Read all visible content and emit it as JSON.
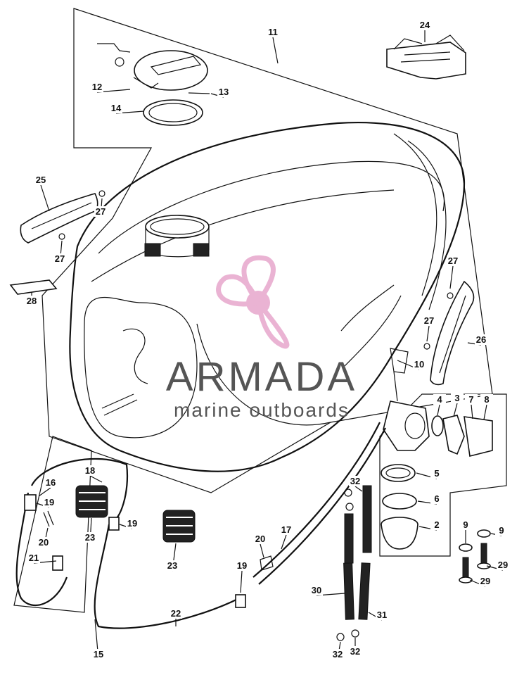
{
  "watermark": {
    "brand": "ARMADA",
    "tagline": "marine outboards",
    "brand_color": "#505050",
    "logo_color": "#e7a6cc"
  },
  "callouts": [
    "11",
    "24",
    "12",
    "13",
    "14",
    "25",
    "27",
    "27",
    "28",
    "27",
    "27",
    "26",
    "10",
    "4",
    "3",
    "7",
    "8",
    "5",
    "6",
    "2",
    "9",
    "9",
    "29",
    "29",
    "16",
    "18",
    "19",
    "20",
    "23",
    "19",
    "23",
    "21",
    "20",
    "17",
    "19",
    "22",
    "15",
    "32",
    "30",
    "31",
    "32",
    "32"
  ]
}
